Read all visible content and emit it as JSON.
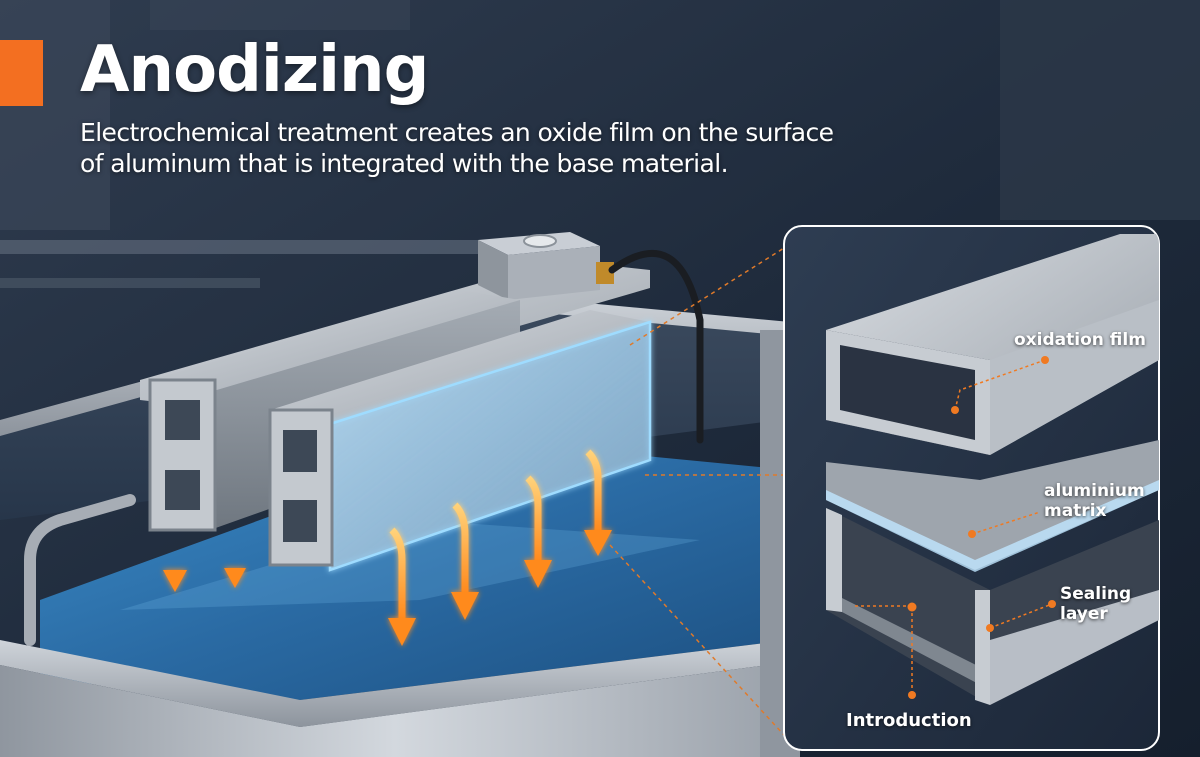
{
  "title": "Anodizing",
  "subtitle_lines": [
    "Electrochemical treatment creates an oxide film on the surface",
    "of aluminum that is integrated with the base material."
  ],
  "callouts": {
    "oxidation_film": "oxidation film",
    "aluminium_matrix": [
      "aluminium",
      "matrix"
    ],
    "sealing_layer": [
      "Sealing",
      "layer"
    ],
    "introduction": "Introduction"
  },
  "colors": {
    "accent": "#f36f21",
    "water": "#2b6fa8",
    "steel": "#b8bec6",
    "arrow": "#ff9a2e"
  }
}
